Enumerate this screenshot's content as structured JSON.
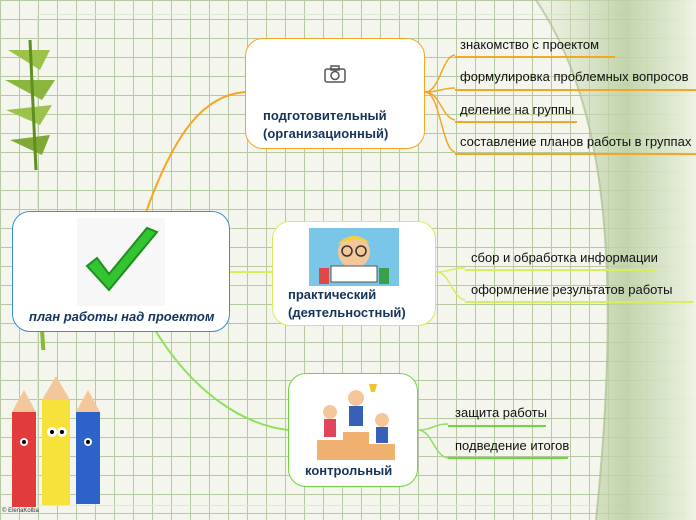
{
  "central": {
    "label": "план работы над проектом"
  },
  "branches": [
    {
      "label_line1": "подготовительный",
      "label_line2": "(организационный)",
      "color": "#f5a623",
      "leaves": [
        "знакомство с проектом",
        "формулировка проблемных вопросов",
        "деление на группы",
        "составление планов работы в группах"
      ]
    },
    {
      "label_line1": "практический",
      "label_line2": "(деятельностный)",
      "color": "#cfe84a",
      "leaves": [
        "сбор и обработка информации",
        "оформление результатов работы"
      ]
    },
    {
      "label_line1": "контрольный",
      "label_line2": "",
      "color": "#6fd63c",
      "leaves": [
        "защита работы",
        "подведение итогов"
      ]
    }
  ],
  "credit": "© ElenaKolba",
  "icons": [
    "checkmark-icon",
    "camera-icon",
    "reading-kid-icon",
    "podium-kids-icon",
    "pencils-icon",
    "ribbon-icon"
  ]
}
